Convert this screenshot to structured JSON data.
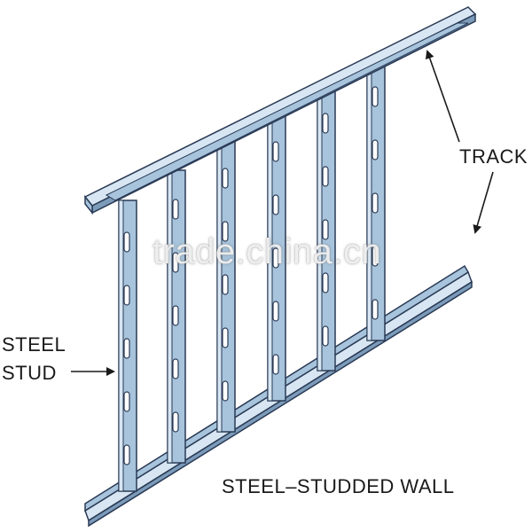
{
  "labels": {
    "track": "TRACK",
    "steel_stud_line1": "STEEL",
    "steel_stud_line2": "STUD",
    "caption": "STEEL–STUDDED WALL"
  },
  "watermark": "trade.china.cn",
  "colors": {
    "steel_face": "#a7c4dc",
    "steel_light": "#d7e6f2",
    "steel_dark": "#7b9bb9",
    "outline": "#2a3a55",
    "text": "#1a1a1a"
  }
}
